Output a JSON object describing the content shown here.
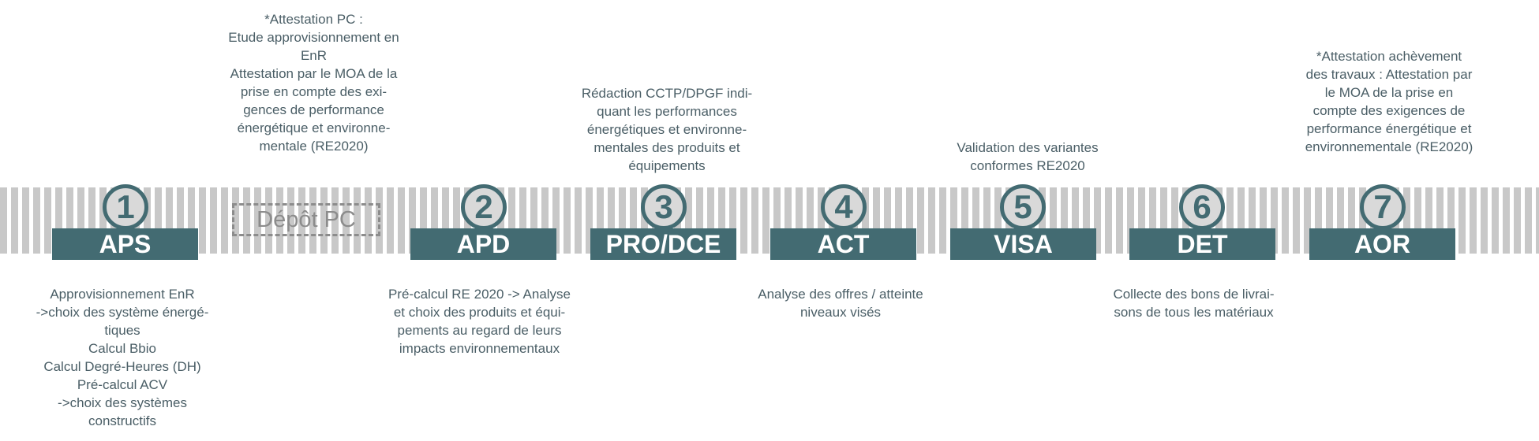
{
  "depot": "Dépôt PC",
  "phases": [
    {
      "number": "1",
      "label": "APS"
    },
    {
      "number": "2",
      "label": "APD"
    },
    {
      "number": "3",
      "label": "PRO/DCE"
    },
    {
      "number": "4",
      "label": "ACT"
    },
    {
      "number": "5",
      "label": "VISA"
    },
    {
      "number": "6",
      "label": "DET"
    },
    {
      "number": "7",
      "label": "AOR"
    }
  ],
  "notes_above": {
    "pc": "*Attestation PC :\nEtude approvisionnement en\nEnR\nAttestation par le MOA de la\nprise en compte des exi-\ngences de performance\nénergétique et environne-\nmentale (RE2020)",
    "pro_dce": "Rédaction CCTP/DPGF indi-\nquant les performances\nénergétiques et environne-\nmentales des produits et\néquipements",
    "visa": "Validation des variantes\nconformes RE2020",
    "aor": "*Attestation achèvement\ndes travaux : Attestation par\nle MOA de la prise en\ncompte des exigences de\nperformance énergétique et\nenvironnementale (RE2020)"
  },
  "notes_below": {
    "aps": "Approvisionnement EnR\n->choix des système énergé-\ntiques\nCalcul Bbio\nCalcul Degré-Heures (DH)\nPré-calcul ACV\n->choix des systèmes\nconstructifs",
    "apd": "Pré-calcul RE 2020 -> Analyse\net choix des produits et équi-\npements au regard de leurs\nimpacts environnementaux",
    "act": "Analyse des offres / atteinte\nniveaux visés",
    "det": "Collecte des bons de livrai-\nsons de tous les matériaux"
  },
  "colors": {
    "accent": "#436b72",
    "stripe": "#c8c8c8",
    "text": "#4a5e66"
  }
}
